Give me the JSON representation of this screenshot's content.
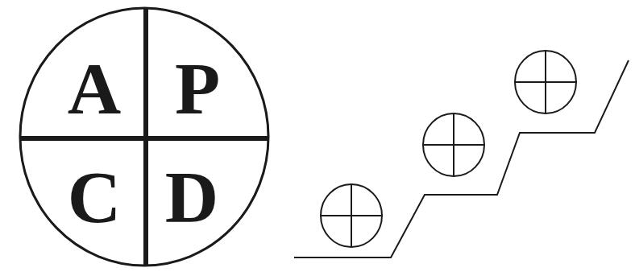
{
  "diagram": {
    "nodes": [
      {
        "text": [
          "A",
          "P",
          "C",
          "D"
        ]
      }
    ]
  }
}
